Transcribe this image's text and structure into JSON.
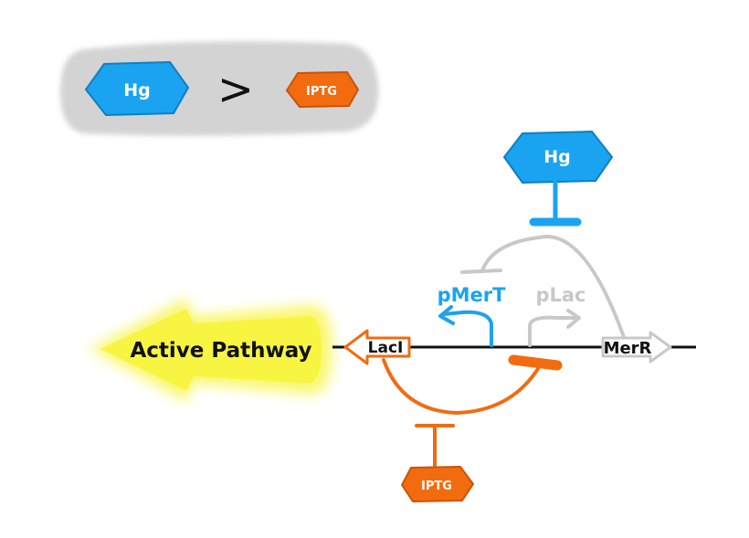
{
  "legend": {
    "left_molecule": "Hg",
    "comparator": ">",
    "right_molecule": "IPTG"
  },
  "diagram": {
    "hg_inducer": "Hg",
    "iptg_inducer": "IPTG",
    "promoter_mert": "pMerT",
    "promoter_plac": "pLac",
    "gene_laci": "LacI",
    "gene_merr": "MerR",
    "output": "Active Pathway"
  },
  "colors": {
    "hg_blue": "#1aa3f0",
    "iptg_orange": "#f26b0f",
    "pathway_yellow": "#f7f542",
    "inactive_gray": "#c8c8c8",
    "legend_panel": "#d3d3d3",
    "line_black": "#111111"
  }
}
